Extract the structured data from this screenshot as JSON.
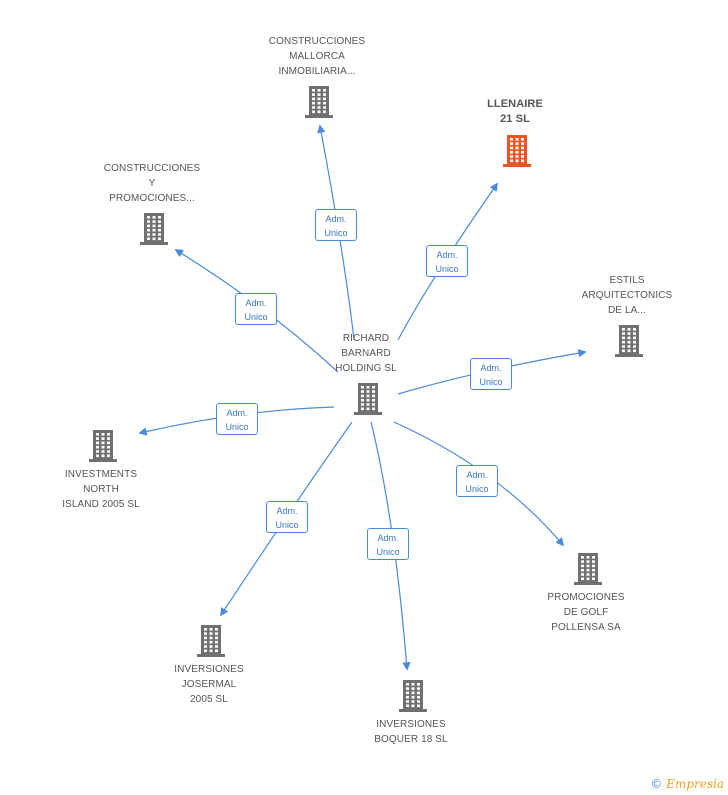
{
  "center": {
    "lines": [
      "RICHARD",
      "BARNARD",
      "HOLDING SL"
    ],
    "icon": "building-icon"
  },
  "companies": [
    {
      "id": "construcciones-mallorca",
      "lines": [
        "CONSTRUCCIONES",
        "MALLORCA",
        "INMOBILIARIA..."
      ],
      "icon": "building-icon",
      "color": "#707070"
    },
    {
      "id": "llenaire",
      "lines": [
        "LLENAIRE",
        "21 SL"
      ],
      "icon": "building-icon",
      "color": "#ee5522",
      "highlight": true
    },
    {
      "id": "construcciones-promociones",
      "lines": [
        "CONSTRUCCIONES",
        "Y",
        "PROMOCIONES..."
      ],
      "icon": "building-icon",
      "color": "#707070"
    },
    {
      "id": "estils",
      "lines": [
        "ESTILS",
        "ARQUITECTONICS",
        "DE LA..."
      ],
      "icon": "building-icon",
      "color": "#707070"
    },
    {
      "id": "investments-north",
      "lines": [
        "INVESTMENTS",
        "NORTH",
        "ISLAND 2005 SL"
      ],
      "icon": "building-icon",
      "color": "#707070"
    },
    {
      "id": "promociones-golf",
      "lines": [
        "PROMOCIONES",
        "DE GOLF",
        "POLLENSA SA"
      ],
      "icon": "building-icon",
      "color": "#707070"
    },
    {
      "id": "inversiones-josermal",
      "lines": [
        "INVERSIONES",
        "JOSERMAL",
        "2005 SL"
      ],
      "icon": "building-icon",
      "color": "#707070"
    },
    {
      "id": "inversiones-boquer",
      "lines": [
        "INVERSIONES",
        "BOQUER 18 SL"
      ],
      "icon": "building-icon",
      "color": "#707070"
    }
  ],
  "edge_label": [
    "Adm.",
    "Unico"
  ],
  "colors": {
    "edge": "#4a8ad8",
    "building": "#707070",
    "highlight": "#ee5522"
  },
  "footer": {
    "copyright": "©",
    "brand": "Empresia"
  }
}
